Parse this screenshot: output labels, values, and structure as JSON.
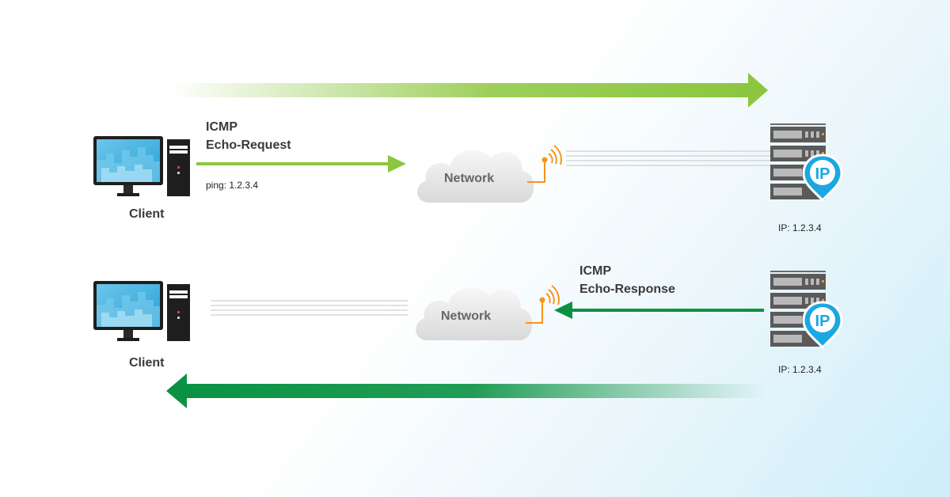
{
  "request": {
    "client_label": "Client",
    "protocol": "ICMP",
    "message": "Echo-Request",
    "command": "ping: 1.2.3.4",
    "network_label": "Network",
    "server_ip": "IP: 1.2.3.4",
    "server_badge": "IP"
  },
  "response": {
    "client_label": "Client",
    "protocol": "ICMP",
    "message": "Echo-Response",
    "network_label": "Network",
    "server_ip": "IP: 1.2.3.4",
    "server_badge": "IP"
  },
  "colors": {
    "request_green": "#8cc63f",
    "response_green": "#0a9244",
    "signal_orange": "#f7941d",
    "badge_blue": "#1ba7e1",
    "monitor_blue": "#2d9fd0"
  }
}
